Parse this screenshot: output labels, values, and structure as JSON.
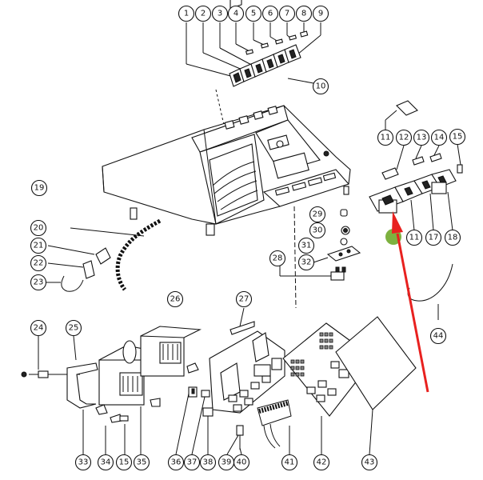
{
  "callouts": [
    "1",
    "2",
    "3",
    "4",
    "5",
    "6",
    "7",
    "8",
    "9",
    "10",
    "11",
    "12",
    "13",
    "14",
    "15",
    "11",
    "17",
    "18",
    "19",
    "20",
    "21",
    "22",
    "23",
    "24",
    "25",
    "26",
    "27",
    "28",
    "29",
    "30",
    "31",
    "32",
    "33",
    "34",
    "15",
    "35",
    "36",
    "37",
    "38",
    "39",
    "40",
    "41",
    "42",
    "43",
    "44"
  ],
  "colors": {
    "arrow": "#e8211f",
    "highlight": "#6fa82a",
    "ink": "#111111"
  }
}
